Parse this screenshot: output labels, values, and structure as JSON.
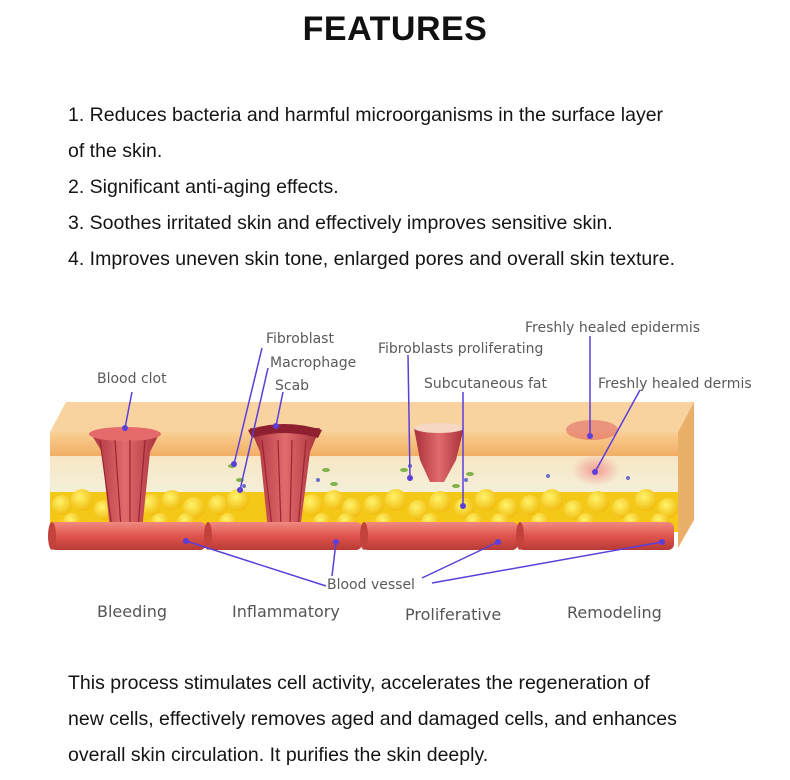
{
  "title": "FEATURES",
  "features": {
    "lines": [
      "1. Reduces bacteria and harmful microorganisms in the surface layer",
      "of the skin.",
      "2. Significant anti-aging effects.",
      "3. Soothes irritated skin and effectively improves sensitive skin.",
      "4. Improves uneven skin tone, enlarged pores and overall skin texture."
    ]
  },
  "diagram": {
    "labels": {
      "blood_clot": "Blood clot",
      "fibroblast": "Fibroblast",
      "macrophage": "Macrophage",
      "scab": "Scab",
      "fibroblasts_proliferating": "Fibroblasts proliferating",
      "subcutaneous_fat": "Subcutaneous fat",
      "freshly_healed_epidermis": "Freshly healed epidermis",
      "freshly_healed_dermis": "Freshly healed dermis",
      "blood_vessel": "Blood vessel"
    },
    "stages": [
      "Bleeding",
      "Inflammatory",
      "Proliferative",
      "Remodeling"
    ],
    "colors": {
      "skin_top": "#f7c27c",
      "dermis": "#f4ecd2",
      "fat": "#f6c914",
      "vessel": "#e05a52",
      "wound": "#c7424a",
      "pointer": "#5b3fd9"
    }
  },
  "outro": {
    "lines": [
      "This process stimulates cell activity, accelerates the regeneration of",
      "new cells, effectively removes aged and damaged cells, and enhances",
      "overall skin circulation. It purifies the skin deeply."
    ]
  }
}
